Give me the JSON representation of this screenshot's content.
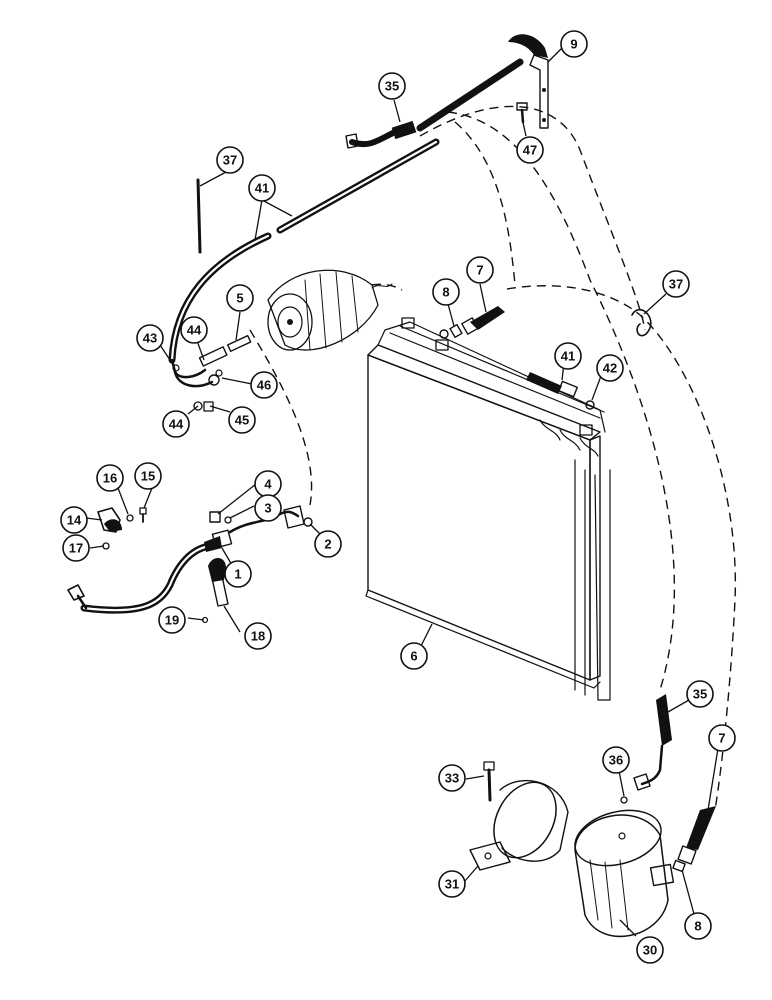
{
  "callouts": [
    {
      "id": "c9",
      "label": "9"
    },
    {
      "id": "c35a",
      "label": "35"
    },
    {
      "id": "c47",
      "label": "47"
    },
    {
      "id": "c37a",
      "label": "37"
    },
    {
      "id": "c41a",
      "label": "41"
    },
    {
      "id": "c7a",
      "label": "7"
    },
    {
      "id": "c8a",
      "label": "8"
    },
    {
      "id": "c37b",
      "label": "37"
    },
    {
      "id": "c5",
      "label": "5"
    },
    {
      "id": "c43",
      "label": "43"
    },
    {
      "id": "c44a",
      "label": "44"
    },
    {
      "id": "c46",
      "label": "46"
    },
    {
      "id": "c44b",
      "label": "44"
    },
    {
      "id": "c45",
      "label": "45"
    },
    {
      "id": "c41b",
      "label": "41"
    },
    {
      "id": "c42",
      "label": "42"
    },
    {
      "id": "c4",
      "label": "4"
    },
    {
      "id": "c3",
      "label": "3"
    },
    {
      "id": "c16",
      "label": "16"
    },
    {
      "id": "c15",
      "label": "15"
    },
    {
      "id": "c14",
      "label": "14"
    },
    {
      "id": "c17",
      "label": "17"
    },
    {
      "id": "c1",
      "label": "1"
    },
    {
      "id": "c2",
      "label": "2"
    },
    {
      "id": "c19",
      "label": "19"
    },
    {
      "id": "c18",
      "label": "18"
    },
    {
      "id": "c6",
      "label": "6"
    },
    {
      "id": "c35b",
      "label": "35"
    },
    {
      "id": "c7b",
      "label": "7"
    },
    {
      "id": "c33",
      "label": "33"
    },
    {
      "id": "c36",
      "label": "36"
    },
    {
      "id": "c31",
      "label": "31"
    },
    {
      "id": "c8b",
      "label": "8"
    },
    {
      "id": "c30",
      "label": "30"
    }
  ]
}
